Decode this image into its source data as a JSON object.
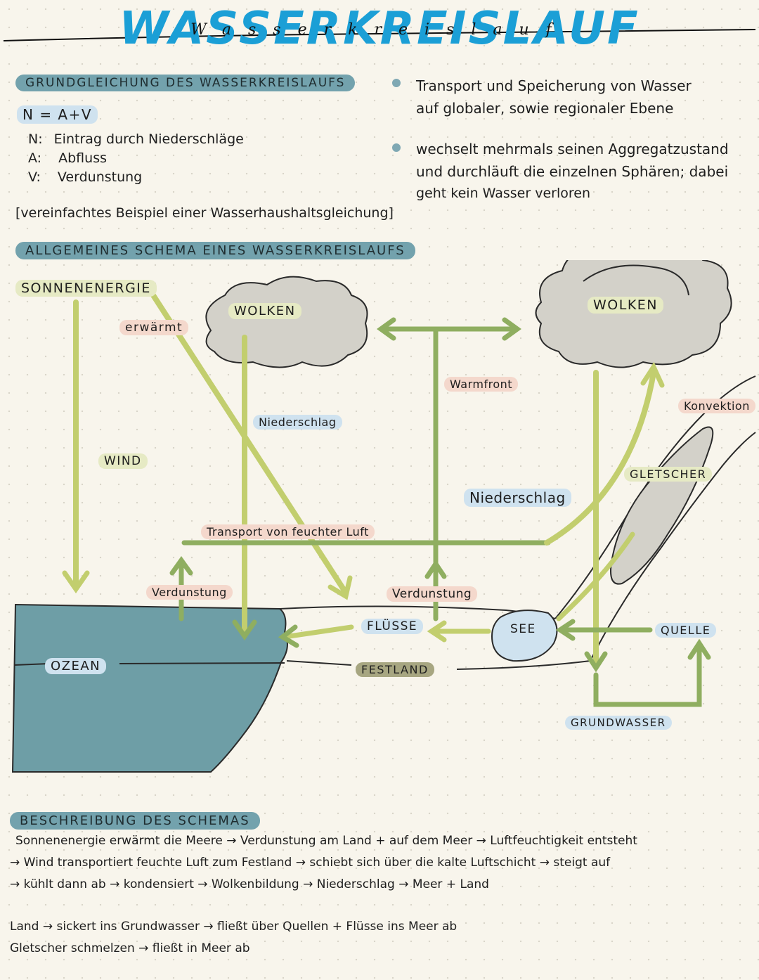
{
  "title": "WASSERKREISLAUF",
  "title_handwritten": "Wasserkreislauf",
  "equation_section": {
    "heading": "GRUNDGLEICHUNG DES WASSERKREISLAUFS",
    "formula": "N = A+V",
    "definitions": [
      {
        "key": "N:",
        "text": "Eintrag durch Niederschläge"
      },
      {
        "key": "A:",
        "text": "Abfluss"
      },
      {
        "key": "V:",
        "text": "Verdunstung"
      }
    ],
    "note": "[vereinfachtes Beispiel einer Wasserhaushaltsgleichung]"
  },
  "bullets": [
    {
      "line1": "Transport und Speicherung von Wasser",
      "line2": "auf globaler, sowie regionaler Ebene"
    },
    {
      "line1": "wechselt mehrmals seinen Aggregatzustand",
      "line2": "und durchläuft die einzelnen Sphären; dabei",
      "line3": "geht kein Wasser verloren"
    }
  ],
  "schema": {
    "heading": "ALLGEMEINES SCHEMA EINES WASSERKREISLAUFS",
    "labels": {
      "sonnenenergie": "SONNENENERGIE",
      "erwaermt": "erwärmt",
      "wolken_left": "WOLKEN",
      "wolken_right": "WOLKEN",
      "warmfront": "Warmfront",
      "konvektion": "Konvektion",
      "niederschlag_left": "Niederschlag",
      "niederschlag_right": "Niederschlag",
      "wind": "WIND",
      "gletscher": "GLETSCHER",
      "transport": "Transport von feuchter Luft",
      "verdunstung_left": "Verdunstung",
      "verdunstung_right": "Verdunstung",
      "fluesse": "FLÜSSE",
      "see": "SEE",
      "quelle": "QUELLE",
      "ozean": "OZEAN",
      "festland": "FESTLAND",
      "grundwasser": "GRUNDWASSER"
    }
  },
  "description": {
    "heading": "BESCHREIBUNG DES SCHEMAS",
    "lines": [
      "Sonnenenergie erwärmt die Meere → Verdunstung am Land + auf dem Meer → Luftfeuchtigkeit entsteht",
      "→ Wind transportiert feuchte Luft zum Festland → schiebt sich über die kalte Luftschicht → steigt auf",
      "→ kühlt dann ab → kondensiert → Wolkenbildung → Niederschlag → Meer + Land",
      "Land → sickert ins Grundwasser → fließt über Quellen + Flüsse ins Meer ab",
      "Gletscher schmelzen → fließt in Meer ab"
    ]
  },
  "colors": {
    "title_blue": "#1b9fd6",
    "banner_teal": "#73a2ad",
    "ocean": "#6e9ea6",
    "arrow_light": "#c2ce6e",
    "arrow_dark": "#8fae60",
    "cloud": "#d3d1c9",
    "highlight_green": "#e6eac4",
    "highlight_blue": "#cfe2ef",
    "highlight_pink": "#f4d8cc"
  }
}
